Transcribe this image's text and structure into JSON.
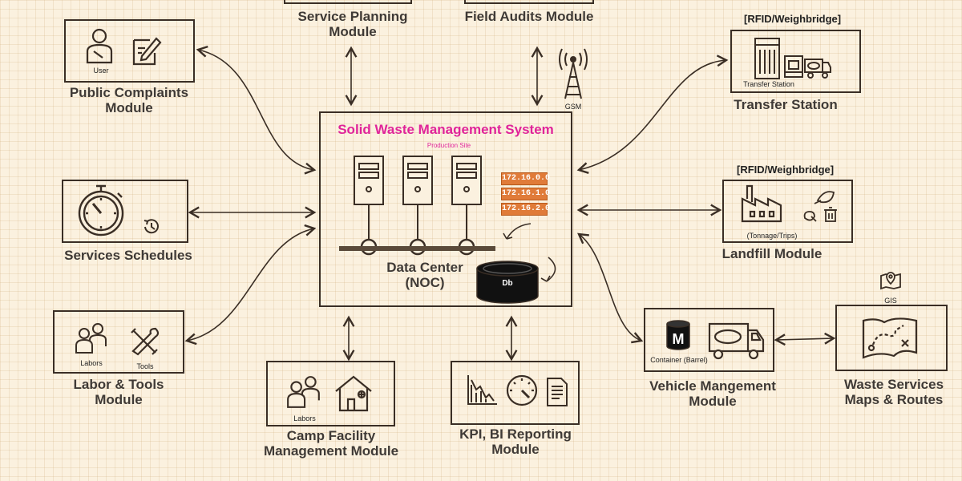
{
  "system": {
    "title": "Solid Waste Management System",
    "subtitle": "Production Site",
    "ips": [
      "172.16.0.0",
      "172.16.1.0",
      "172.16.2.0"
    ],
    "datacenter_label": "Data Center\n(NOC)",
    "db_label": "Db"
  },
  "modules": {
    "service_planning": "Service Planning\nModule",
    "field_audits": "Field Audits Module",
    "public_complaints": "Public Complaints\nModule",
    "services_schedules": "Services Schedules",
    "labor_tools": "Labor & Tools\nModule",
    "camp_facility": "Camp Facility\nManagement Module",
    "kpi_bi": "KPI, BI Reporting\nModule",
    "transfer_station": "Transfer Station",
    "landfill": "Landfill Module",
    "vehicle": "Vehicle Mangement\nModule",
    "maps": "Waste Services\nMaps & Routes"
  },
  "tags": {
    "rfid_transfer": "[RFID/Weighbridge]",
    "rfid_landfill": "[RFID/Weighbridge]"
  },
  "icon_labels": {
    "user": "User",
    "gsm": "GSM",
    "transfer_station": "Transfer Station",
    "tonnage": "(Tonnage/Trips)",
    "labors": "Labors",
    "tools": "Tools",
    "labors_camp": "Labors",
    "container": "Container (Barrel)",
    "gis": "GIS"
  },
  "colors": {
    "title": "#e0249a",
    "ip_badge": "#e07b39",
    "ink": "#3a2e25",
    "background": "#fbf1df"
  }
}
